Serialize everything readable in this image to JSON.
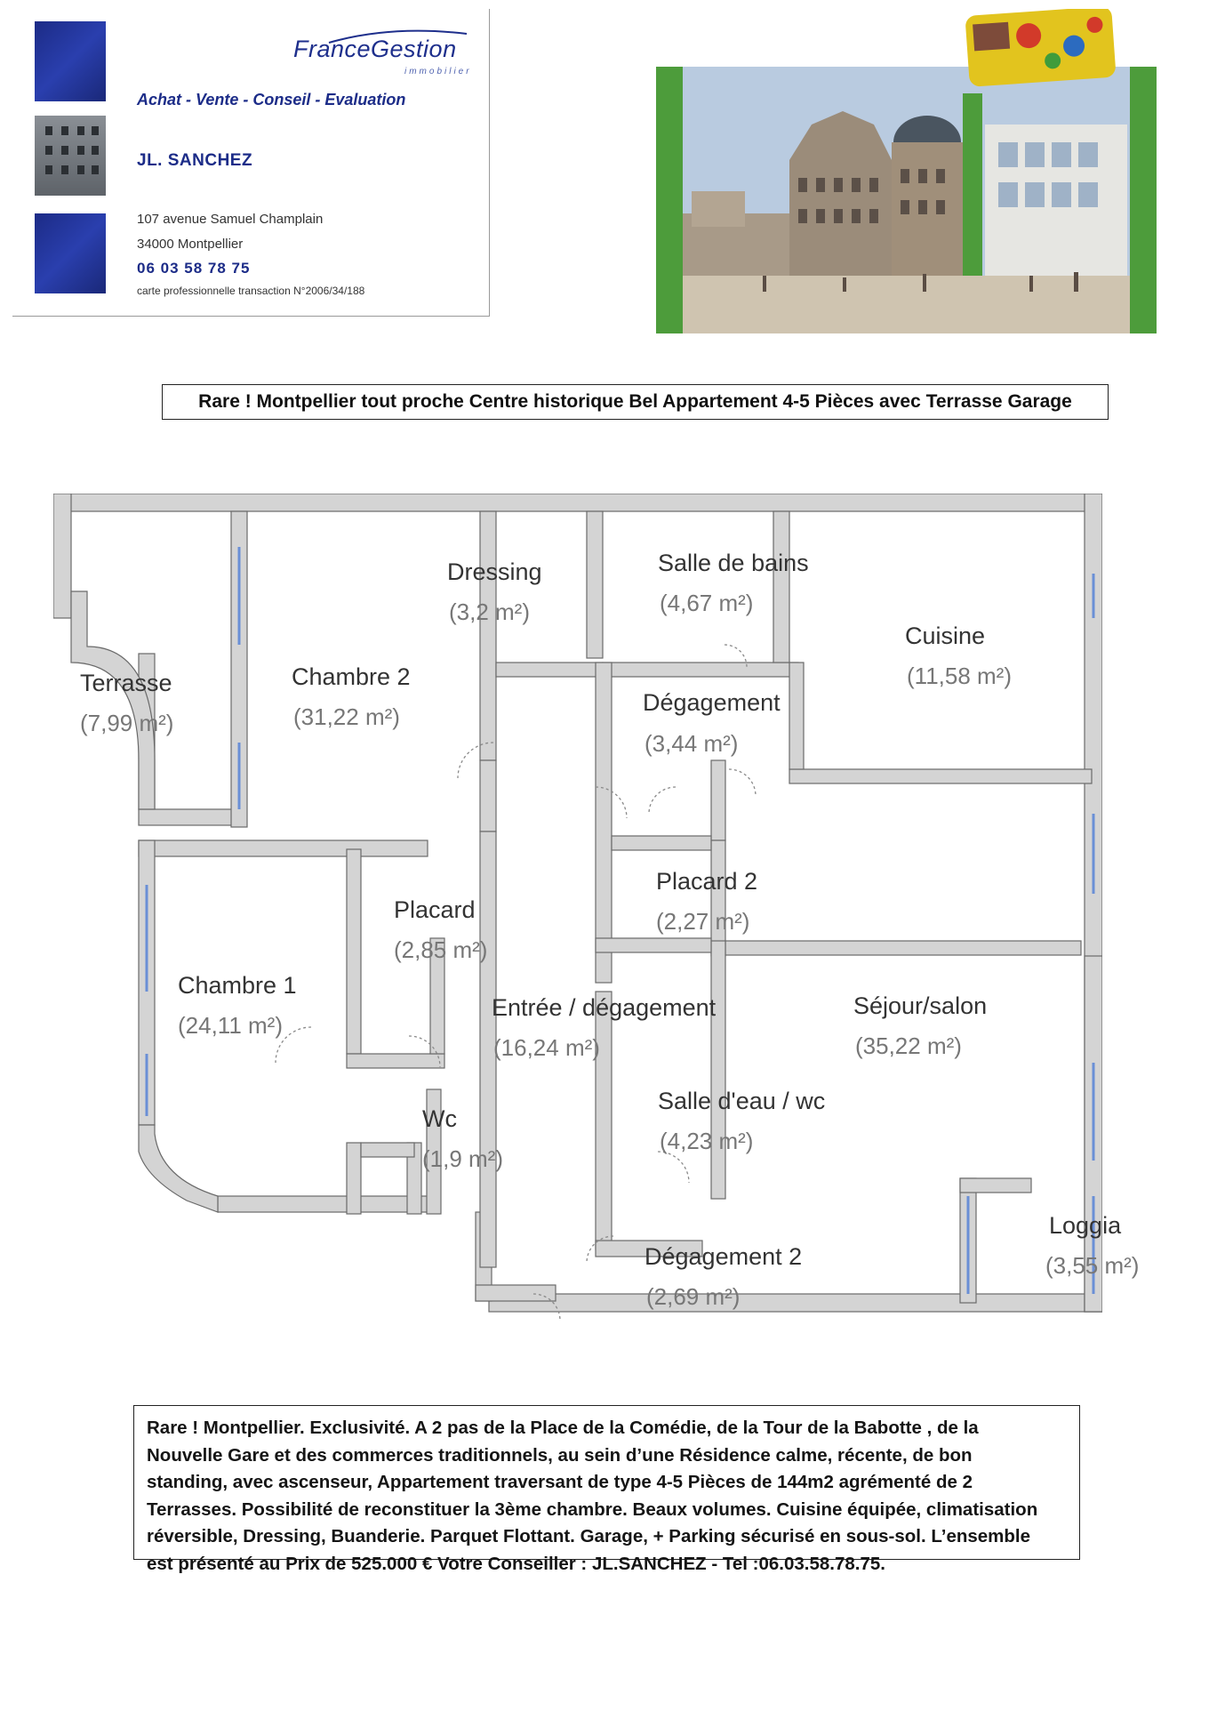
{
  "card": {
    "logo_main": "FranceGestion",
    "logo_sub": "immobilier",
    "tagline": "Achat - Vente - Conseil - Evaluation",
    "agent_name": "JL.  SANCHEZ",
    "address_line1": "107 avenue Samuel Champlain",
    "address_line2": "34000 Montpellier",
    "phone": "06 03 58 78 75",
    "license": "carte professionnelle transaction N°2006/34/188",
    "colors": {
      "brand_blue": "#1c2c88"
    }
  },
  "headline": "Rare ! Montpellier tout proche Centre historique Bel Appartement 4-5 Pièces avec Terrasse Garage",
  "floor_plan": {
    "rooms": [
      {
        "name": "Terrasse",
        "area": "(7,99 m²)"
      },
      {
        "name": "Chambre 2",
        "area": "(31,22 m²)"
      },
      {
        "name": "Dressing",
        "area": "(3,2 m²)"
      },
      {
        "name": "Salle de bains",
        "area": "(4,67 m²)"
      },
      {
        "name": "Cuisine",
        "area": "(11,58 m²)"
      },
      {
        "name": "Dégagement",
        "area": "(3,44 m²)"
      },
      {
        "name": "Placard",
        "area": "(2,85 m²)"
      },
      {
        "name": "Placard 2",
        "area": "(2,27 m²)"
      },
      {
        "name": "Chambre 1",
        "area": "(24,11 m²)"
      },
      {
        "name": "Entrée / dégagement",
        "area": "(16,24 m²)"
      },
      {
        "name": "Séjour/salon",
        "area": "(35,22 m²)"
      },
      {
        "name": "Salle d'eau / wc",
        "area": "(4,23 m²)"
      },
      {
        "name": "Wc",
        "area": "(1,9 m²)"
      },
      {
        "name": "Loggia",
        "area": "(3,55 m²)"
      },
      {
        "name": "Dégagement 2",
        "area": "(2,69 m²)"
      }
    ],
    "colors": {
      "wall_fill": "#d4d4d4",
      "wall_stroke": "#6a6a6a",
      "window": "#6a8fd6"
    }
  },
  "description": {
    "lines": [
      "Rare ! Montpellier. Exclusivité. A 2 pas de la Place de la Comédie, de la Tour de la Babotte , de la",
      "Nouvelle Gare et des commerces traditionnels,  au sein d’une Résidence calme, récente, de bon",
      "standing, avec ascenseur, Appartement traversant de type 4-5 Pièces de 144m2 agrémenté de 2",
      "Terrasses. Possibilité de reconstituer la 3ème chambre. Beaux volumes. Cuisine équipée, climatisation",
      "réversible, Dressing, Buanderie. Parquet Flottant. Garage, + Parking sécurisé en sous-sol. L’ensemble",
      "est présenté au Prix de 525.000 € Votre Conseiller : JL.SANCHEZ -  Tel :06.03.58.78.75."
    ]
  }
}
